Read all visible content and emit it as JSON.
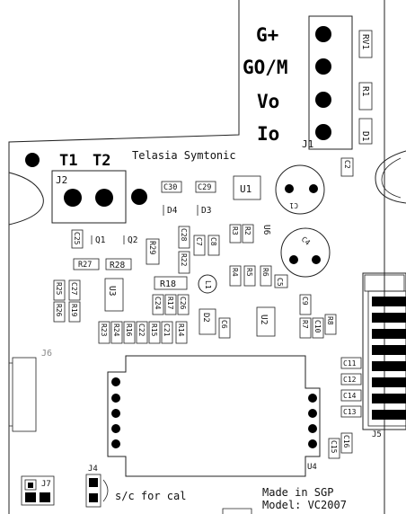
{
  "terminal_labels": [
    "G+",
    "GO/M",
    "Vo",
    "Io"
  ],
  "connectors": {
    "j1": "J1",
    "j2": "J2",
    "j4": "J4",
    "j5": "J5",
    "j6": "J6",
    "j7": "J7"
  },
  "inputs": {
    "t1": "T1",
    "t2": "T2"
  },
  "brand": "Telasia Symtonic",
  "sc_note": "s/c for cal",
  "made_in": "Made in SGP",
  "model": "Model: VC2007",
  "components": {
    "rv1": "RV1",
    "r1": "R1",
    "d1": "D1",
    "c2": "C2",
    "c30": "C30",
    "c29": "C29",
    "d4": "D4",
    "d3": "D3",
    "u1": "U1",
    "c1": "C1",
    "c25": "C25",
    "q1": "Q1",
    "q2": "Q2",
    "r29": "R29",
    "c28": "C28",
    "c7": "C7",
    "c8": "C8",
    "r3": "R3",
    "r2": "R2",
    "u6": "U6",
    "c4": "C4",
    "r27": "R27",
    "r28": "R28",
    "r22": "R22",
    "c27": "C27",
    "r25": "R25",
    "r26": "R26",
    "r19": "R19",
    "u3": "U3",
    "r18": "R18",
    "l1": "L1",
    "r4": "R4",
    "r5": "R5",
    "r6": "R6",
    "c5": "C5",
    "c24": "C24",
    "r17": "R17",
    "c26": "C26",
    "c9": "C9",
    "r7": "R7",
    "c10": "C10",
    "r8": "R8",
    "d2": "D2",
    "c6": "C6",
    "u2": "U2",
    "r23": "R23",
    "r24": "R24",
    "r16": "R16",
    "c22": "C22",
    "r15": "R15",
    "c21": "C21",
    "r14": "R14",
    "c11": "C11",
    "c12": "C12",
    "c14": "C14",
    "c13": "C13",
    "c16": "C16",
    "c15": "C15",
    "u4": "U4"
  }
}
